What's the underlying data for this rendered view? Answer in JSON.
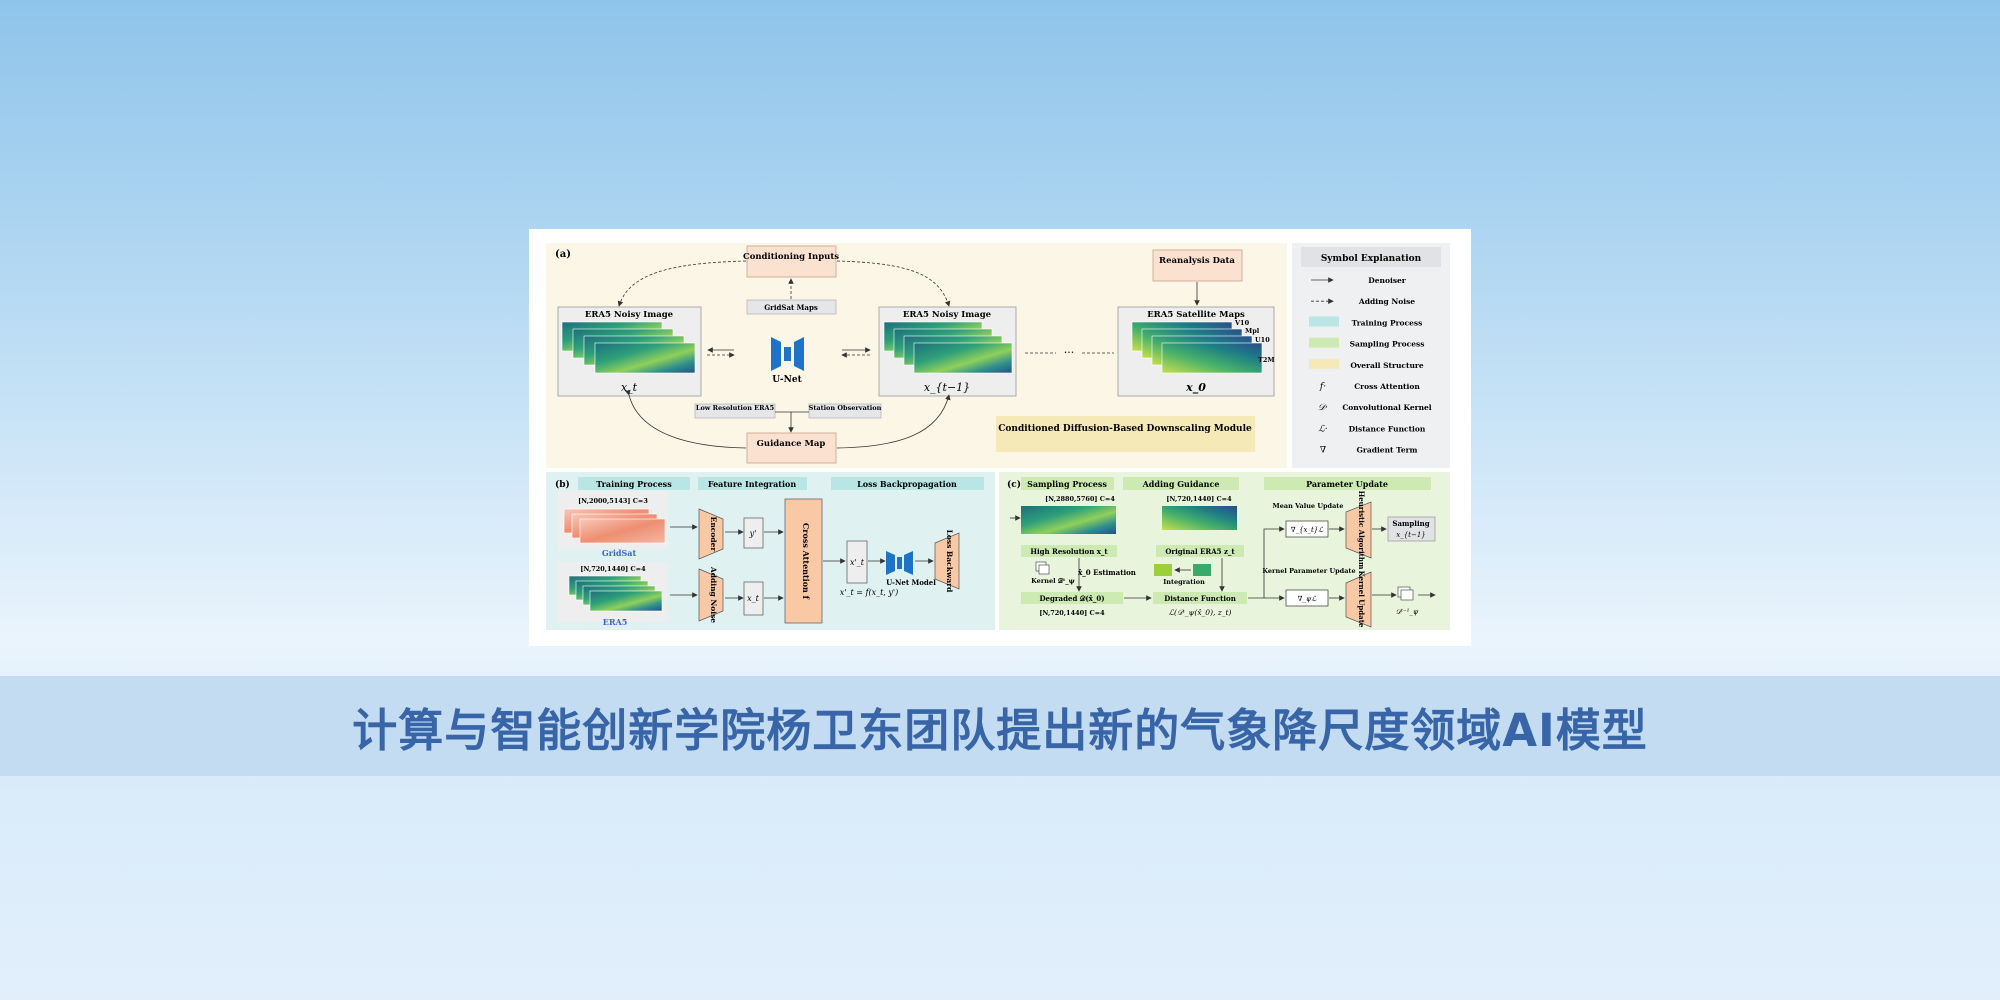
{
  "figure": {
    "panel_a": {
      "label": "(a)",
      "conditioning_inputs": "Conditioning Inputs",
      "gridsat_maps": "GridSat Maps",
      "reanalysis_data": "Reanalysis Data",
      "era5_noisy_image_1": "ERA5 Noisy Image",
      "era5_noisy_image_2": "ERA5 Noisy Image",
      "era5_satellite_maps": "ERA5 Satellite Maps",
      "var_v10": "V10",
      "var_mpl": "Mpl",
      "var_u10": "U10",
      "var_t2m": "T2M",
      "unet": "U-Net",
      "xt": "x_t",
      "xt_minus_1": "x_{t−1}",
      "x0": "x_0",
      "dots": "···",
      "low_res_era5": "Low Resolution ERA5",
      "station_observation": "Station Observation",
      "guidance_map": "Guidance Map",
      "module_title": "Conditioned Diffusion-Based Downscaling Module"
    },
    "legend": {
      "title": "Symbol Explanation",
      "items": [
        {
          "symbol": "solid-arrow-icon",
          "label": "Denoiser"
        },
        {
          "symbol": "dashed-arrow-icon",
          "label": "Adding Noise"
        },
        {
          "symbol": "swatch",
          "color": "#b9e6e4",
          "label": "Training Process"
        },
        {
          "symbol": "swatch",
          "color": "#cdeab3",
          "label": "Sampling Process"
        },
        {
          "symbol": "swatch",
          "color": "#f5e9b8",
          "label": "Overall Structure"
        },
        {
          "symbol": "f·",
          "label": "Cross Attention"
        },
        {
          "symbol": "𝒟·",
          "label": "Convolutional Kernel"
        },
        {
          "symbol": "ℒ·",
          "label": "Distance Function"
        },
        {
          "symbol": "∇",
          "label": "Gradient Term"
        }
      ]
    },
    "panel_b": {
      "label": "(b)",
      "tab_training": "Training Process",
      "tab_feature": "Feature Integration",
      "tab_loss": "Loss Backpropagation",
      "gridsat_shape": "[N,2000,5143] C=3",
      "gridsat": "GridSat",
      "era5_shape": "[N,720,1440] C=4",
      "era5": "ERA5",
      "encoder": "Encoder",
      "adding_noise": "Adding Noise",
      "y_prime": "y'",
      "x_t": "x_t",
      "cross_attention": "Cross Attention f",
      "x_t_prime": "x'_t",
      "unet_model": "U-Net Model",
      "loss_backward": "Loss Backward",
      "formula": "x'_t = f(x_t, y')"
    },
    "panel_c": {
      "label": "(c)",
      "tab_sampling": "Sampling Process",
      "tab_guidance": "Adding Guidance",
      "tab_param": "Parameter Update",
      "hr_shape": "[N,2880,5760] C=4",
      "orig_shape": "[N,720,1440] C=4",
      "high_resolution": "High Resolution x_t",
      "original_era5": "Original ERA5 z_t",
      "kernel": "Kernel 𝒟ᵗ_ψ",
      "x0_estimation": "x̂_0 Estimation",
      "integration": "Integration",
      "degraded": "Degraded 𝒟(x̂_0)",
      "degraded_shape": "[N,720,1440] C=4",
      "distance_function": "Distance Function",
      "distance_formula": "ℒ(𝒟ᵗ_ψ(x̂_0), z_t)",
      "mean_value_update": "Mean Value Update",
      "grad_mean": "∇_{x_t}ℒ",
      "heuristic_algorithm": "Heuristic Algorithm",
      "sampling": "Sampling",
      "sampling_var": "x_{t−1}",
      "kernel_param_update": "Kernel Parameter Update",
      "grad_kernel": "∇_ψℒ",
      "kernel_update": "Kernel Update",
      "kernel_next": "𝒟ᵗ⁻¹_ψ"
    }
  },
  "banner": {
    "title": "计算与智能创新学院杨卫东团队提出新的气象降尺度领域AI模型"
  },
  "colors": {
    "overall_structure": "#fbf6e6",
    "training": "#dff2f1",
    "sampling": "#e8f5dc",
    "box_fill": "#fbe1cf",
    "unet_blue": "#1e73c8",
    "title_blue": "#3865a8"
  }
}
